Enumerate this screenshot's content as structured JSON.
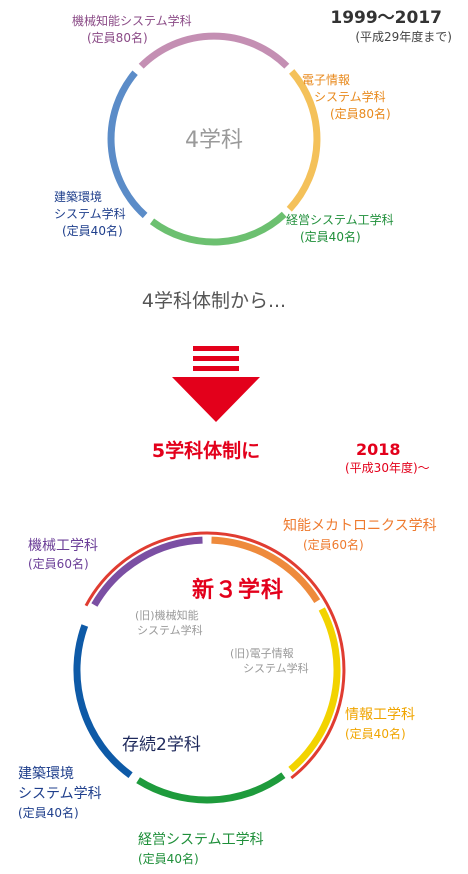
{
  "top": {
    "year_range": "1999〜2017",
    "period": "(平成29年度まで)",
    "center": "4学科",
    "departments": [
      {
        "name": "機械知能システム学科",
        "capacity": "(定員80名)",
        "color": "#b5679b"
      },
      {
        "name_line1": "電子情報",
        "name_line2": "システム学科",
        "capacity": "(定員80名)",
        "color": "#e8891c"
      },
      {
        "name": "経営システム工学科",
        "capacity": "(定員40名)",
        "color": "#1f8f3a"
      },
      {
        "name_line1": "建築環境",
        "name_line2": "システム学科",
        "capacity": "(定員40名)",
        "color": "#1f3f8c"
      }
    ],
    "arc_colors": [
      "#c48fb3",
      "#f4c15a",
      "#6cc070",
      "#5b8cc8"
    ]
  },
  "transition": {
    "caption": "4学科体制から...",
    "result": "5学科体制に",
    "year": "2018",
    "year_note": "(平成30年度)〜",
    "arrow_color": "#e3001b"
  },
  "bottom": {
    "new_label": "新３学科",
    "old_label": "存続2学科",
    "old_mech_line1": "(旧)機械知能",
    "old_mech_line2": "システム学科",
    "old_elec_line1": "(旧)電子情報",
    "old_elec_line2": "システム学科",
    "departments": [
      {
        "name": "機械工学科",
        "capacity": "(定員60名)",
        "color": "#6c3f98"
      },
      {
        "name": "知能メカトロニクス学科",
        "capacity": "(定員60名)",
        "color": "#ee7a2e"
      },
      {
        "name": "情報工学科",
        "capacity": "(定員40名)",
        "color": "#f0a500"
      },
      {
        "name": "経営システム工学科",
        "capacity": "(定員40名)",
        "color": "#1f8f3a"
      },
      {
        "name_line1": "建築環境",
        "name_line2": "システム学科",
        "capacity": "(定員40名)",
        "color": "#1f3f8c"
      }
    ],
    "arc_colors": [
      "#7b4fa3",
      "#ee8a3c",
      "#f2d300",
      "#1e9b3c",
      "#0e5aa7"
    ],
    "new_ring_color": "#e03c31"
  }
}
